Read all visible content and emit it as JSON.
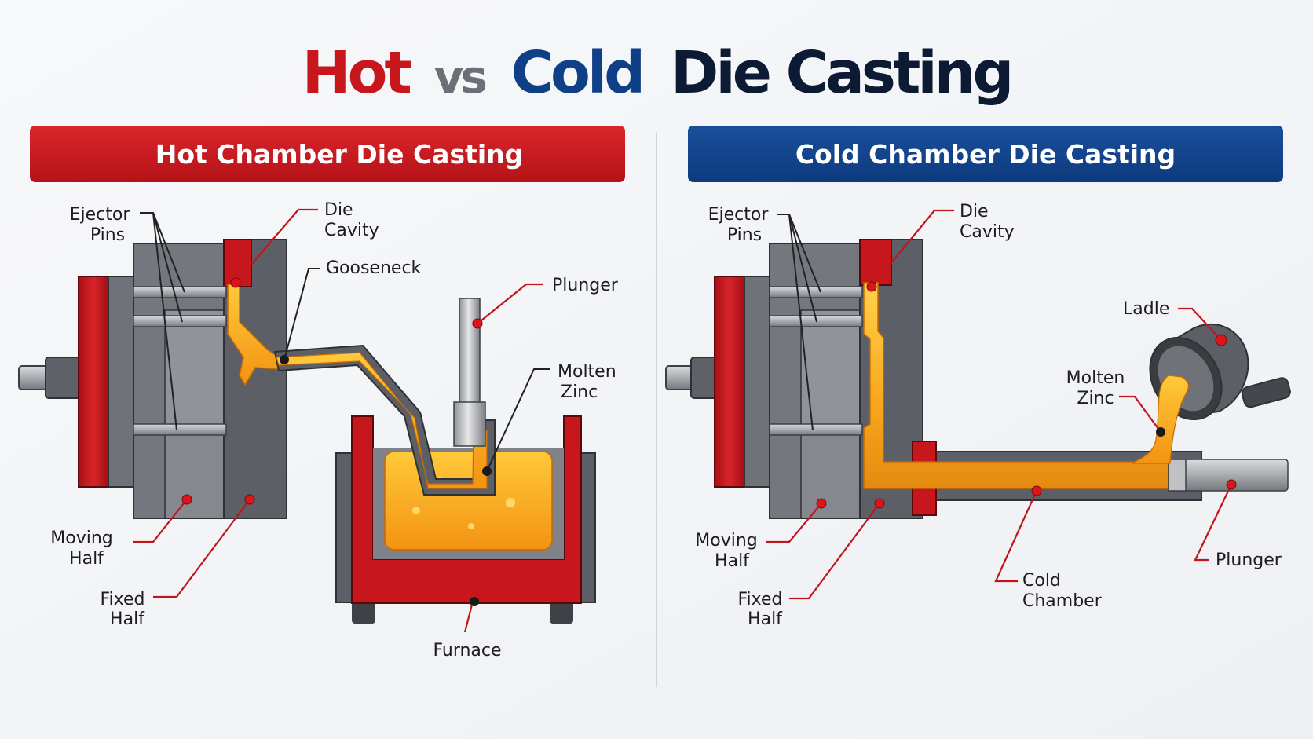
{
  "title": {
    "hot": "Hot",
    "vs": "vs",
    "cold": "Cold",
    "rest": "Die Casting"
  },
  "colors": {
    "red": "#c8161d",
    "blue": "#0f3f86",
    "navy": "#0d1a33",
    "gray": "#6b7078",
    "molten": "#f7a51a",
    "steel": "#6e7075"
  },
  "hot_panel": {
    "banner": "Hot Chamber Die Casting",
    "labels": {
      "ejector_1": "Ejector",
      "ejector_2": "Pins",
      "die_1": "Die",
      "die_2": "Cavity",
      "gooseneck": "Gooseneck",
      "plunger": "Plunger",
      "molten_1": "Molten",
      "molten_2": "Zinc",
      "moving_1": "Moving",
      "moving_2": "Half",
      "fixed_1": "Fixed",
      "fixed_2": "Half",
      "furnace": "Furnace"
    }
  },
  "cold_panel": {
    "banner": "Cold Chamber Die Casting",
    "labels": {
      "ejector_1": "Ejector",
      "ejector_2": "Pins",
      "die_1": "Die",
      "die_2": "Cavity",
      "ladle": "Ladle",
      "molten_1": "Molten",
      "molten_2": "Zinc",
      "moving_1": "Moving",
      "moving_2": "Half",
      "fixed_1": "Fixed",
      "fixed_2": "Half",
      "chamber_1": "Cold",
      "chamber_2": "Chamber",
      "plunger": "Plunger"
    }
  }
}
